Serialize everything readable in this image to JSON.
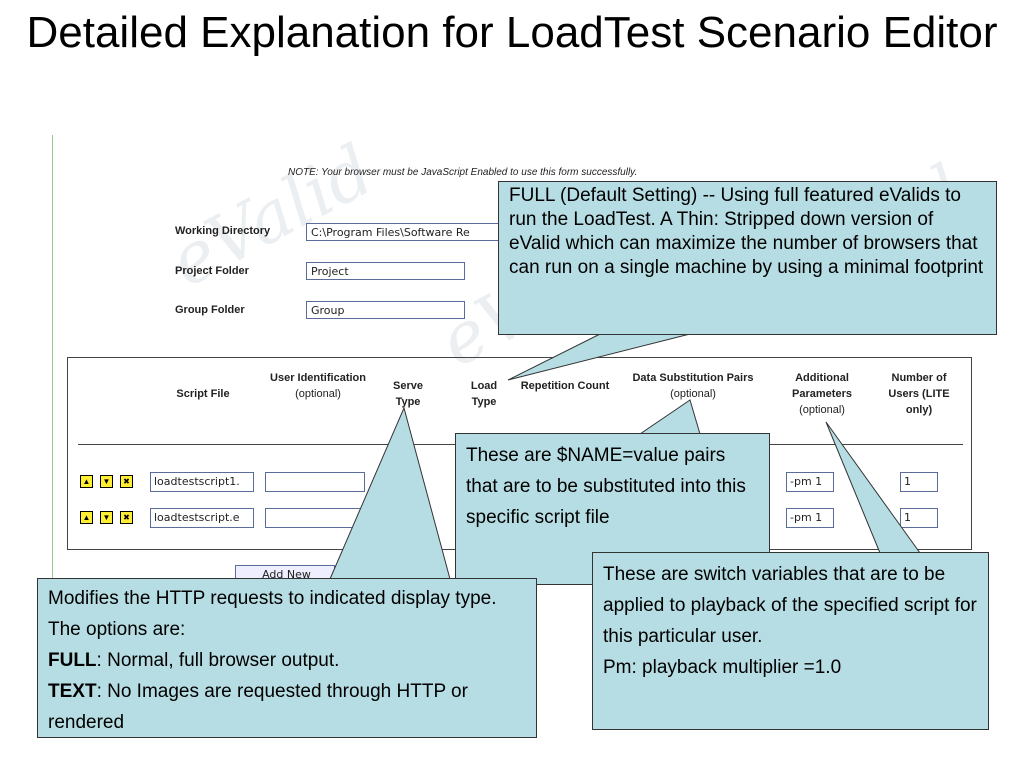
{
  "slide": {
    "title": "Detailed Explanation for LoadTest Scenario Editor"
  },
  "watermark": "eValid",
  "form": {
    "note": "NOTE: Your browser must be JavaScript Enabled to use this form successfully.",
    "working_directory_label": "Working Directory",
    "working_directory_value": "C:\\Program Files\\Software Re",
    "project_folder_label": "Project Folder",
    "project_folder_value": "Project",
    "group_folder_label": "Group Folder",
    "group_folder_value": "Group"
  },
  "table": {
    "headers": {
      "script_file": "Script File",
      "user_identification": "User Identification",
      "user_identification_opt": "(optional)",
      "serve_type": "Serve Type",
      "load_type": "Load Type",
      "repetition_count": "Repetition Count",
      "data_substitution": "Data Substitution Pairs",
      "data_substitution_opt": "(optional)",
      "additional_parameters": "Additional Parameters",
      "additional_parameters_opt": "(optional)",
      "number_of_users": "Number of Users (LITE only)"
    },
    "rows": [
      {
        "script": "loadtestscript1.",
        "params": "-pm 1",
        "users": "1"
      },
      {
        "script": "loadtestscript.e",
        "params": "-pm 1",
        "users": "1"
      }
    ],
    "add_button_label": "Add New"
  },
  "callouts": {
    "load_type": " FULL (Default Setting) -- Using full featured eValids to run the LoadTest. A Thin: Stripped down version of eValid which can maximize the number of browsers that can run on a single machine by using a minimal footprint",
    "data_substitution": " These are $NAME=value pairs that are to be substituted into this specific script file",
    "serve_type_intro": " Modifies the HTTP requests to indicated display type. The options are:",
    "serve_type_full_key": "FULL",
    "serve_type_full_text": ": Normal, full browser output.",
    "serve_type_text_key": "TEXT",
    "serve_type_text_text": ": No Images are requested through HTTP or rendered",
    "additional_params_intro": " These are switch variables that are to be applied to playback of the specified script for this particular user.",
    "additional_params_pm": "Pm: playback multiplier =1.0"
  },
  "colors": {
    "callout_fill": "#b6dde3",
    "button_yellow": "#ffee33"
  }
}
